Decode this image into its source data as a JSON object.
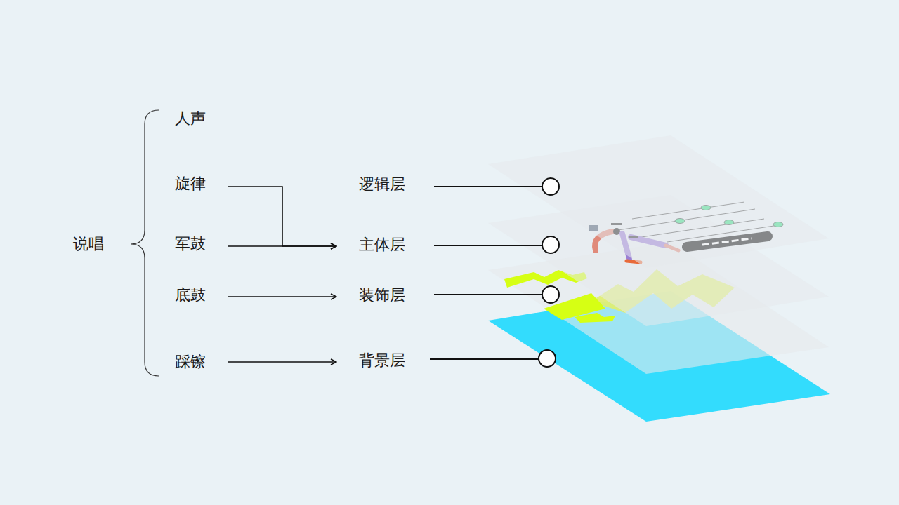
{
  "diagram": {
    "nodes": [
      {
        "text": [
          "说唱"
        ]
      },
      {
        "text": [
          "人声"
        ]
      },
      {
        "text": [
          "旋律"
        ]
      },
      {
        "text": [
          "军鼓"
        ]
      },
      {
        "text": [
          "底鼓"
        ]
      },
      {
        "text": [
          "踩镲"
        ]
      },
      {
        "text": [
          "逻辑层"
        ]
      },
      {
        "text": [
          "主体层"
        ]
      },
      {
        "text": [
          "装饰层"
        ]
      },
      {
        "text": [
          "背景层"
        ]
      }
    ],
    "edges": [
      {
        "from": 2,
        "to": 7,
        "arrow": "to"
      },
      {
        "from": 3,
        "to": 7,
        "arrow": "to"
      },
      {
        "from": 4,
        "to": 8,
        "arrow": "to"
      },
      {
        "from": 5,
        "to": 9,
        "arrow": "to"
      }
    ]
  }
}
